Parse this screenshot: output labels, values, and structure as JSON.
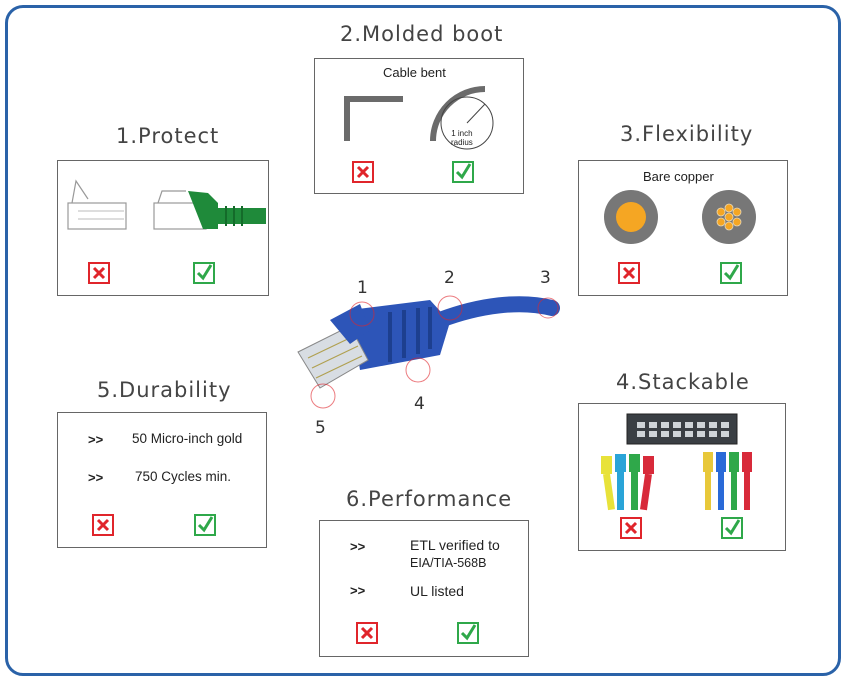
{
  "colors": {
    "frame": "#2a62a8",
    "cross": "#e0252b",
    "check": "#2fa84a",
    "cable": "#2d55b8",
    "copper": "#f5a623",
    "jacket": "#777777"
  },
  "sections": {
    "molded_boot": {
      "title": "2.Molded boot",
      "subtitle": "Cable bent",
      "radius_label": "1 inch\nradius"
    },
    "protect": {
      "title": "1.Protect"
    },
    "flexibility": {
      "title": "3.Flexibility",
      "subtitle": "Bare copper"
    },
    "durability": {
      "title": "5.Durability",
      "items": [
        "50 Micro-inch gold",
        "750 Cycles min."
      ],
      "bullet": ">>"
    },
    "stackable": {
      "title": "4.Stackable"
    },
    "performance": {
      "title": "6.Performance",
      "items": [
        "ETL verified to",
        "EIA/TIA-568B",
        "UL listed"
      ],
      "bullet": ">>"
    }
  },
  "callouts": [
    "1",
    "2",
    "3",
    "4",
    "5"
  ],
  "icons": {
    "cross": "cross-icon",
    "check": "check-icon"
  }
}
